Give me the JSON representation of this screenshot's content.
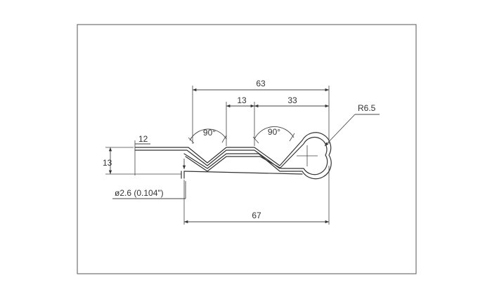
{
  "dimensions": {
    "overall_top": "63",
    "inner_13": "13",
    "right_33": "33",
    "overall_bottom": "67",
    "left_12": "12",
    "height_13": "13",
    "radius": "R6.5",
    "angle_left": "90°",
    "angle_right": "90°",
    "wire_diameter": "ø2.6 (0.104\")"
  },
  "colors": {
    "line": "#333333",
    "frame": "#555555",
    "background": "#ffffff"
  }
}
